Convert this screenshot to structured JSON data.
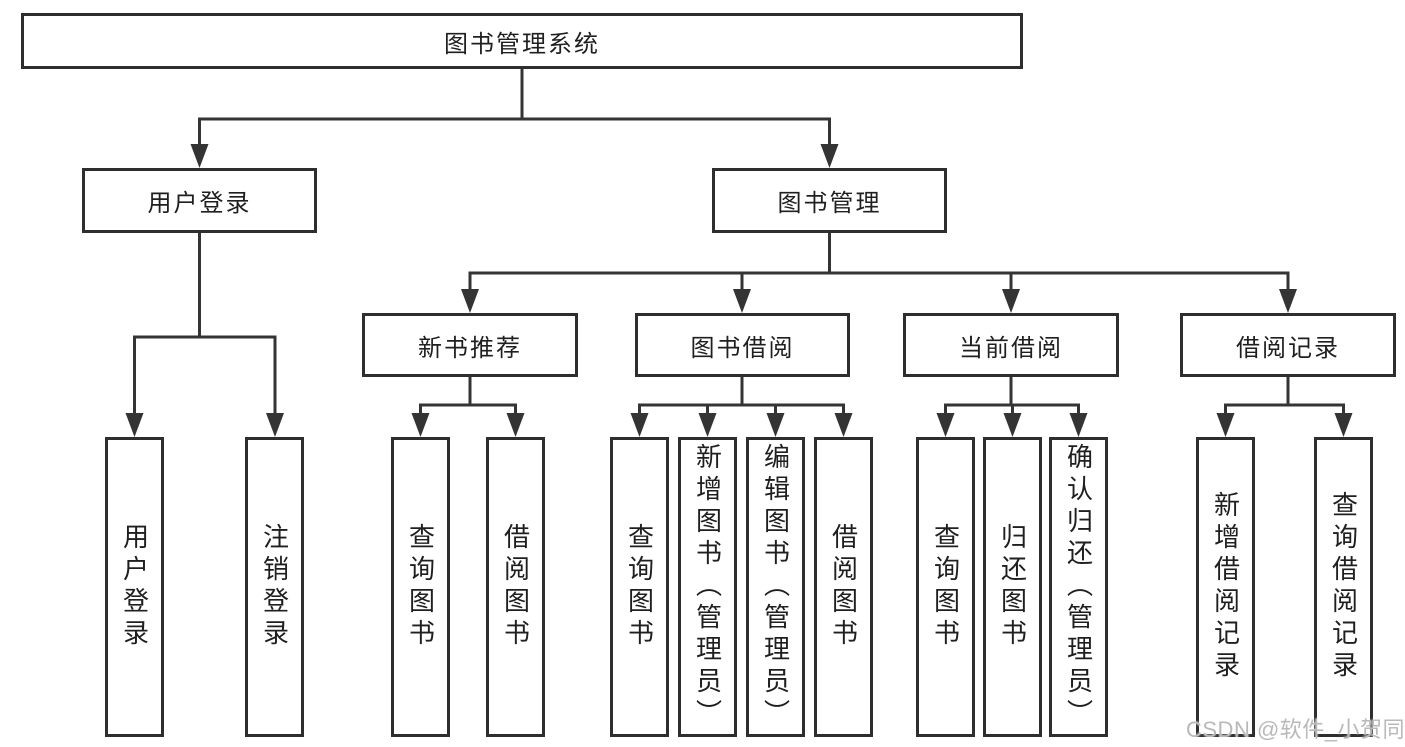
{
  "nodes": {
    "root": {
      "label": "图书管理系统"
    },
    "level2": [
      {
        "label": "用户登录"
      },
      {
        "label": "图书管理"
      }
    ],
    "level3": [
      {
        "label": "新书推荐"
      },
      {
        "label": "图书借阅"
      },
      {
        "label": "当前借阅"
      },
      {
        "label": "借阅记录"
      }
    ],
    "user_login_children": [
      {
        "label": "用户登录"
      },
      {
        "label": "注销登录"
      }
    ],
    "new_book_children": [
      {
        "label": "查询图书"
      },
      {
        "label": "借阅图书"
      }
    ],
    "book_borrow_children": [
      {
        "label": "查询图书"
      },
      {
        "label": "新增图书（管理员）"
      },
      {
        "label": "编辑图书（管理员）"
      },
      {
        "label": "借阅图书"
      }
    ],
    "current_borrow_children": [
      {
        "label": "查询图书"
      },
      {
        "label": "归还图书"
      },
      {
        "label": "确认归还（管理员）"
      }
    ],
    "borrow_record_children": [
      {
        "label": "新增借阅记录"
      },
      {
        "label": "查询借阅记录"
      }
    ]
  },
  "watermark": {
    "text": "CSDN @软件_小贺同学",
    "color": "#b9b9b9"
  },
  "colors": {
    "line": "#343434",
    "box_border": "#2e2e2e",
    "text": "#1f1f1f",
    "background": "#ffffff"
  }
}
